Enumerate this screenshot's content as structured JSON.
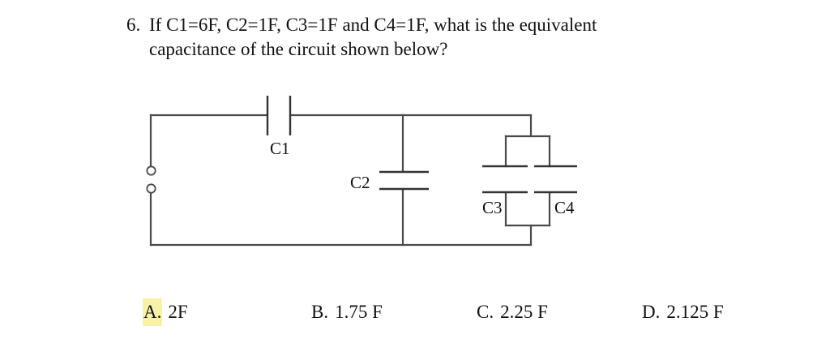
{
  "question": {
    "number": "6.",
    "lines": [
      "If C1=6F, C2=1F, C3=1F and C4=1F, what is the equivalent",
      "capacitance of the circuit shown below?"
    ],
    "full_text": "If C1=6F, C2=1F, C3=1F and C4=1F, what is the equivalent capacitance of the circuit shown below?"
  },
  "circuit": {
    "caption": "circuit shown below",
    "components": [
      {
        "id": "C1",
        "label": "C1",
        "value": "6F",
        "orientation": "vertical-plates",
        "position": "top-branch"
      },
      {
        "id": "C2",
        "label": "C2",
        "value": "1F",
        "orientation": "horizontal-plates",
        "position": "middle-vertical-branch"
      },
      {
        "id": "C3",
        "label": "C3",
        "value": "1F",
        "orientation": "horizontal-plates",
        "position": "right-parallel-left-branch"
      },
      {
        "id": "C4",
        "label": "C4",
        "value": "1F",
        "orientation": "horizontal-plates",
        "position": "right-parallel-right-branch"
      }
    ],
    "terminals": {
      "count": 2,
      "style": "open-circle",
      "position": "left-side"
    },
    "colors": {
      "wire": "#4a4a4a",
      "plate": "#333333",
      "background": "#ffffff"
    }
  },
  "answers": {
    "options": [
      {
        "letter": "A.",
        "value": "2F",
        "highlighted": true
      },
      {
        "letter": "B.",
        "value": "1.75 F",
        "highlighted": false
      },
      {
        "letter": "C.",
        "value": "2.25 F",
        "highlighted": false
      },
      {
        "letter": "D.",
        "value": "2.125 F",
        "highlighted": false
      }
    ],
    "highlight_color": "#f7f2a8"
  }
}
